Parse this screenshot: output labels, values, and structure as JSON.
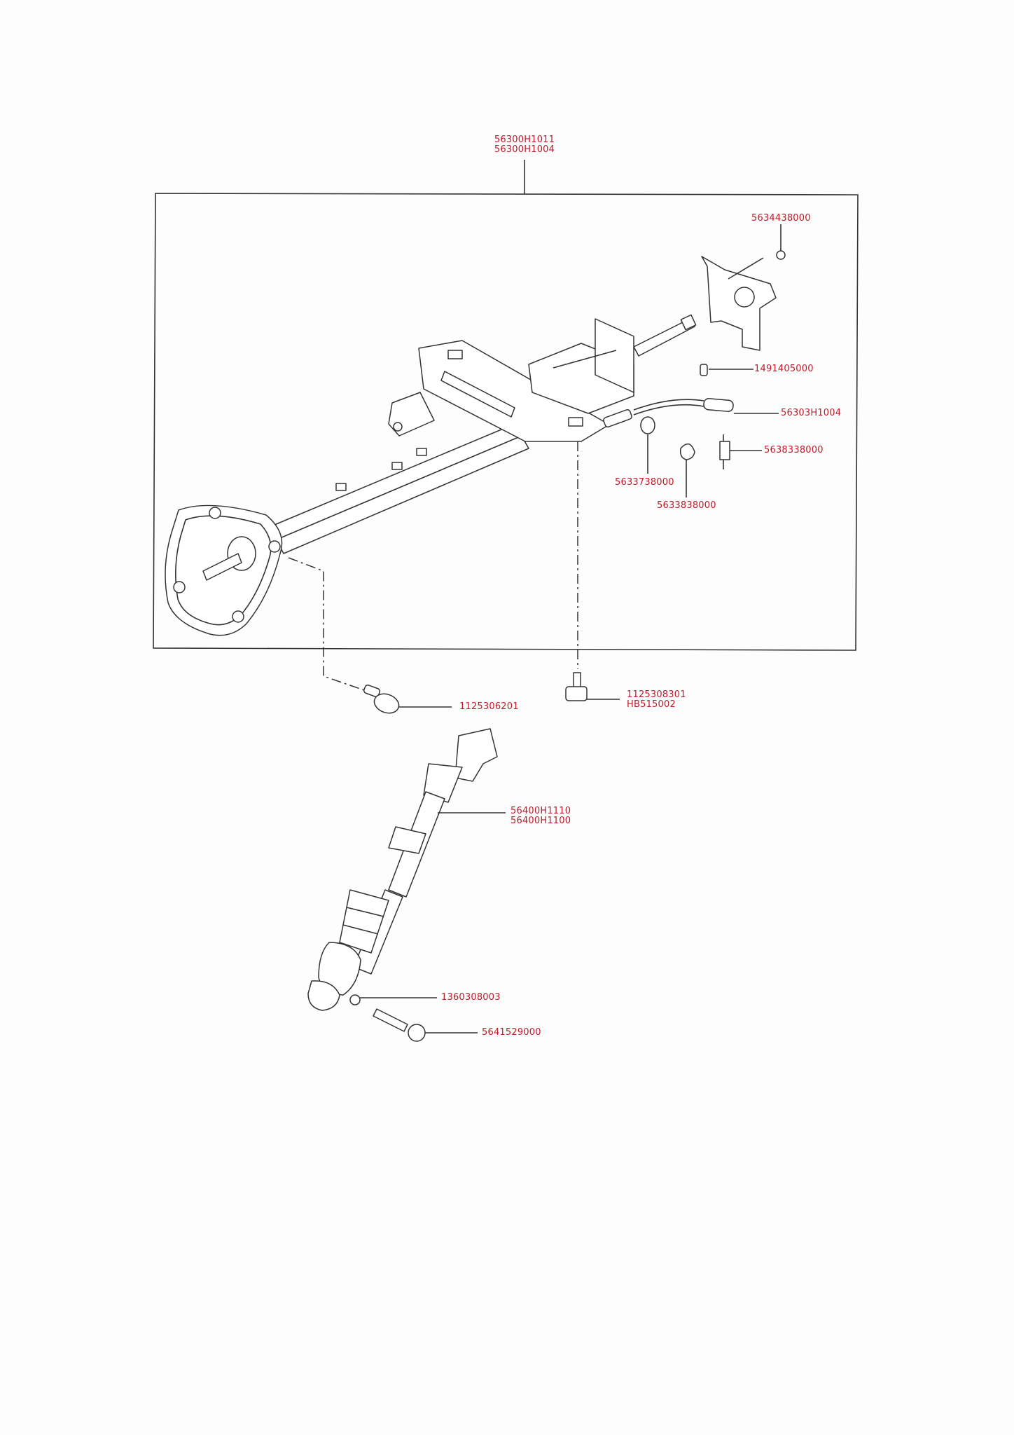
{
  "diagram": {
    "label_color": "#c01a2a",
    "parts": {
      "column_assembly": [
        "56300H1011",
        "56300H1004"
      ],
      "bolt_bracket": "5634438000",
      "clip": "1491405000",
      "tilt_lever": "56303H1004",
      "spring": "5638338000",
      "bushing": "5633738000",
      "nut": "5633838000",
      "flange_bolt": "1125306201",
      "mount_bolt": [
        "1125308301",
        "HB515002"
      ],
      "intermediate_shaft": [
        "56400H1110",
        "56400H1100"
      ],
      "washer": "1360308003",
      "joint_bolt": "5641529000"
    }
  }
}
